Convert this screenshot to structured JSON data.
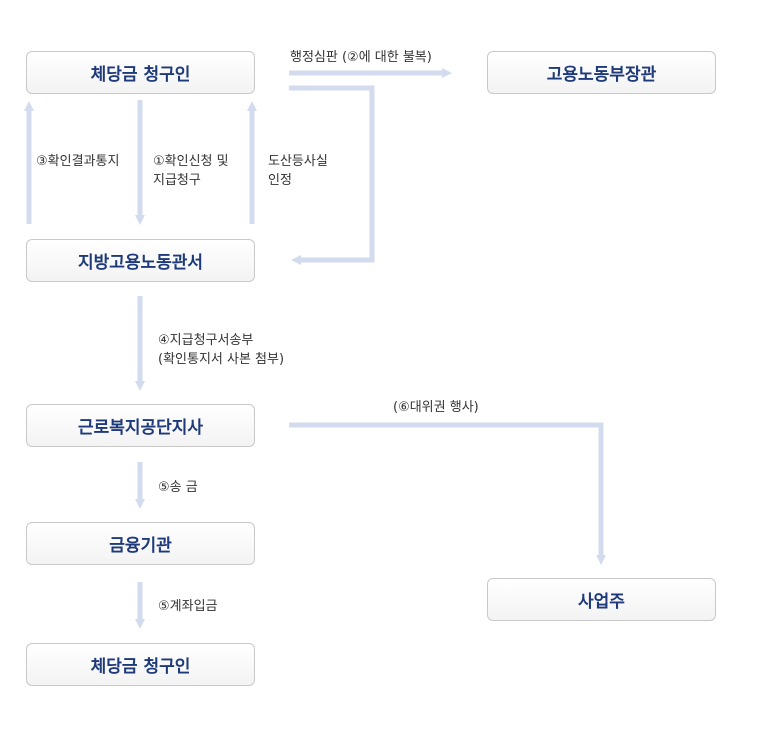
{
  "boxes": {
    "claimant_top": "체당금 청구인",
    "minister": "고용노동부장관",
    "regional_office": "지방고용노동관서",
    "welfare_corp": "근로복지공단지사",
    "financial_inst": "금융기관",
    "claimant_bottom": "체당금 청구인",
    "employer": "사업주"
  },
  "labels": {
    "appeal": "행정심판 (②에 대한 불복)",
    "confirm_notice": "③확인결과통지",
    "apply_line1": "①확인신청 및",
    "apply_line2": "지급청구",
    "bankrupt_line1": "도산등사실",
    "bankrupt_line2": "인정",
    "request_line1": "④지급청구서송부",
    "request_line2": "(확인통지서 사본 첨부)",
    "subrogation": "(⑥대위권 행사)",
    "remit": "⑤송 금",
    "deposit": "⑤계좌입금"
  },
  "colors": {
    "arrow": "#d3dcee",
    "box_text": "#1f3a7a"
  }
}
